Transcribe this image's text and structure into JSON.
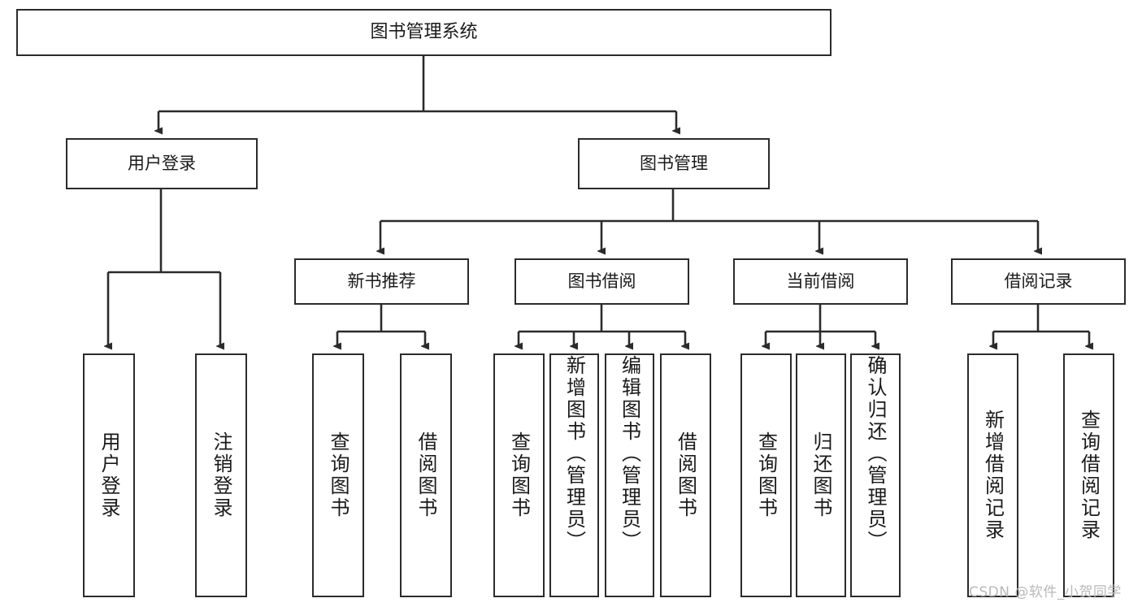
{
  "diagram": {
    "type": "tree-hierarchy",
    "title": "图书管理系统",
    "root": {
      "id": "root",
      "label": "图书管理系统"
    },
    "level2": [
      {
        "id": "user-login",
        "label": "用户登录"
      },
      {
        "id": "book-management",
        "label": "图书管理"
      }
    ],
    "level3": [
      {
        "id": "new-book-recommend",
        "label": "新书推荐",
        "parent": "book-management"
      },
      {
        "id": "book-borrow",
        "label": "图书借阅",
        "parent": "book-management"
      },
      {
        "id": "current-borrow",
        "label": "当前借阅",
        "parent": "book-management"
      },
      {
        "id": "borrow-record",
        "label": "借阅记录",
        "parent": "book-management"
      }
    ],
    "leaves": [
      {
        "id": "leaf-user-login",
        "label": "用户登录",
        "parent": "user-login"
      },
      {
        "id": "leaf-logout-login",
        "label": "注销登录",
        "parent": "user-login"
      },
      {
        "id": "leaf-query-book-1",
        "label": "查询图书",
        "parent": "new-book-recommend"
      },
      {
        "id": "leaf-borrow-book-1",
        "label": "借阅图书",
        "parent": "new-book-recommend"
      },
      {
        "id": "leaf-query-book-2",
        "label": "查询图书",
        "parent": "book-borrow"
      },
      {
        "id": "leaf-add-book",
        "label": "新增图书（管理员）",
        "parent": "book-borrow"
      },
      {
        "id": "leaf-edit-book",
        "label": "编辑图书（管理员）",
        "parent": "book-borrow"
      },
      {
        "id": "leaf-borrow-book-2",
        "label": "借阅图书",
        "parent": "book-borrow"
      },
      {
        "id": "leaf-query-book-3",
        "label": "查询图书",
        "parent": "current-borrow"
      },
      {
        "id": "leaf-return-book",
        "label": "归还图书",
        "parent": "current-borrow"
      },
      {
        "id": "leaf-confirm-return",
        "label": "确认归还（管理员）",
        "parent": "current-borrow"
      },
      {
        "id": "leaf-add-record",
        "label": "新增借阅记录",
        "parent": "borrow-record"
      },
      {
        "id": "leaf-query-record",
        "label": "查询借阅记录",
        "parent": "borrow-record"
      }
    ],
    "colors": {
      "box_border": "#2b2b2b",
      "box_fill": "#ffffff",
      "connector": "#2b2b2b",
      "text": "#1a1a1a",
      "watermark": "#b9b9b9"
    }
  },
  "watermark": {
    "text": "CSDN @软件_小贺同学"
  }
}
